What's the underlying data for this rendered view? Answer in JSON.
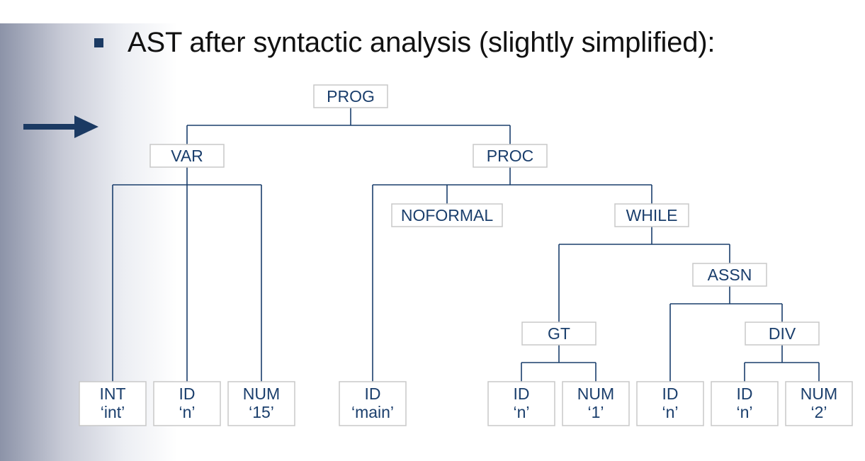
{
  "slide": {
    "bullet": "AST after syntactic analysis (slightly simplified):"
  },
  "colors": {
    "accent": "#1b3a63",
    "node_text": "#1a3e6c",
    "node_border": "#c8c8c8"
  },
  "icons": {
    "bullet": "square-bullet-icon",
    "pointer": "right-arrow-icon"
  },
  "tree": {
    "nodes": {
      "prog": {
        "lines": [
          "PROG"
        ]
      },
      "var": {
        "lines": [
          "VAR"
        ]
      },
      "proc": {
        "lines": [
          "PROC"
        ]
      },
      "int": {
        "lines": [
          "INT",
          "‘int’"
        ]
      },
      "id_n1": {
        "lines": [
          "ID",
          "‘n’"
        ]
      },
      "num15": {
        "lines": [
          "NUM",
          "‘15’"
        ]
      },
      "id_main": {
        "lines": [
          "ID",
          "‘main’"
        ]
      },
      "noformal": {
        "lines": [
          "NOFORMAL"
        ]
      },
      "while": {
        "lines": [
          "WHILE"
        ]
      },
      "assn": {
        "lines": [
          "ASSN"
        ]
      },
      "gt": {
        "lines": [
          "GT"
        ]
      },
      "div": {
        "lines": [
          "DIV"
        ]
      },
      "id_n2": {
        "lines": [
          "ID",
          "‘n’"
        ]
      },
      "num1": {
        "lines": [
          "NUM",
          "‘1’"
        ]
      },
      "id_n3": {
        "lines": [
          "ID",
          "‘n’"
        ]
      },
      "id_n4": {
        "lines": [
          "ID",
          "‘n’"
        ]
      },
      "num2": {
        "lines": [
          "NUM",
          "‘2’"
        ]
      }
    }
  }
}
